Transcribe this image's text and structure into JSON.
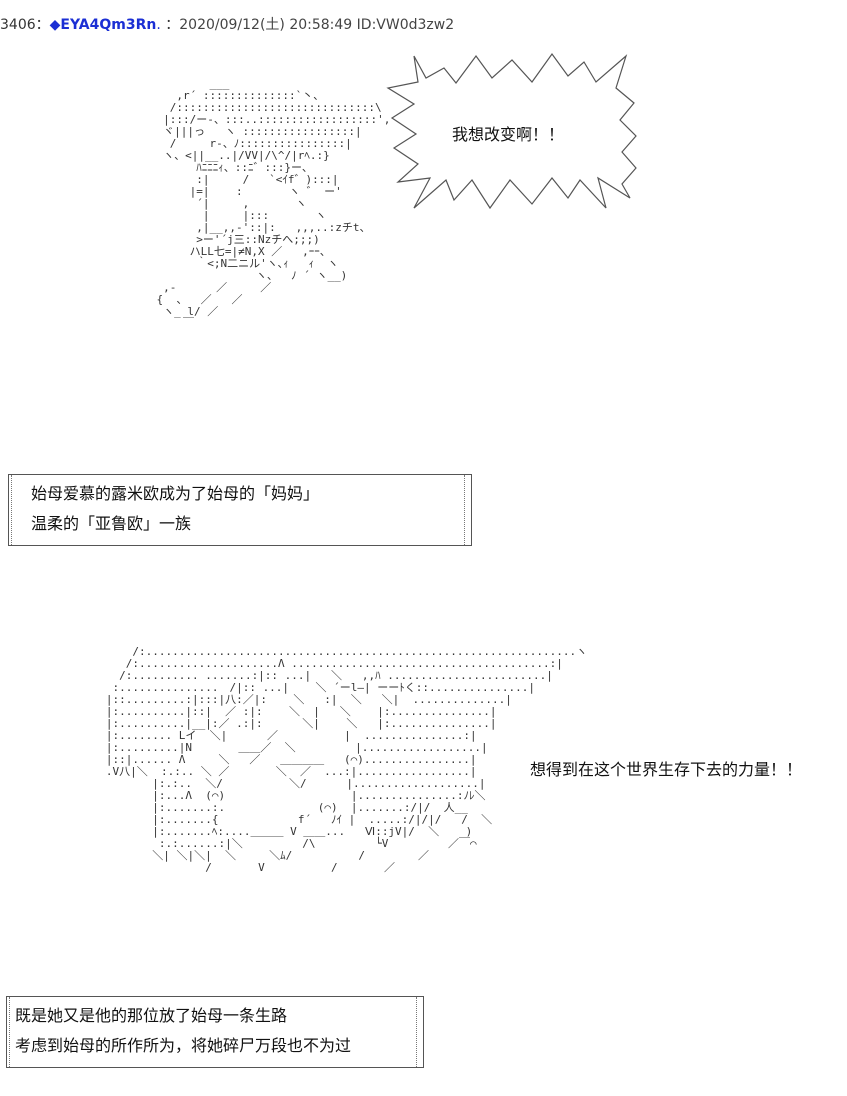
{
  "post": {
    "number": "3406",
    "separator": "：",
    "diamond": "◆",
    "name": "EYA4Qm3Rn",
    "trip_suffix": ".",
    "date_sep": "：",
    "datetime": "2020/09/12(土) 20:58:49",
    "id": "ID:VW0d3zw2"
  },
  "panel1": {
    "shout": "我想改变啊！！",
    "narration": [
      "始母爱慕的露米欧成为了始母的「妈妈」",
      "温柔的「亚鲁欧」一族"
    ]
  },
  "panel2": {
    "speech": "想得到在这个世界生存下去的力量！！",
    "narration": [
      "既是她又是他的那位放了始母一条生路",
      "考虑到始母的所作所为，将她碎尸万段也不为过"
    ]
  },
  "icons": {
    "burst": "speech-burst-icon"
  }
}
